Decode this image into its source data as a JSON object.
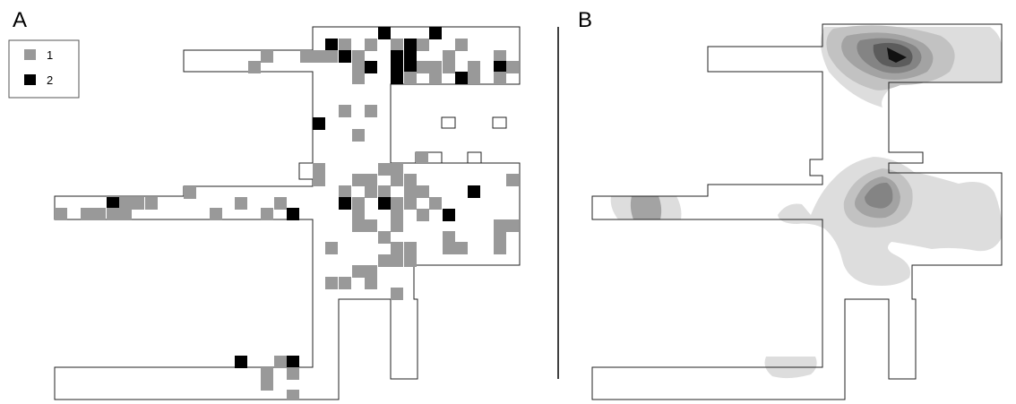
{
  "panels": [
    {
      "id": "A",
      "label": "A"
    },
    {
      "id": "B",
      "label": "B"
    }
  ],
  "legend": {
    "items": [
      {
        "label": "1",
        "color": "#999999"
      },
      {
        "label": "2",
        "color": "#000000"
      }
    ]
  },
  "colors": {
    "level_1": "#999999",
    "level_2": "#000000",
    "outline": "#222222",
    "divider": "#000000",
    "density_scale": [
      "#dddddd",
      "#c2c2c2",
      "#a3a3a3",
      "#848484",
      "#5c5c5c",
      "#111111"
    ]
  }
}
